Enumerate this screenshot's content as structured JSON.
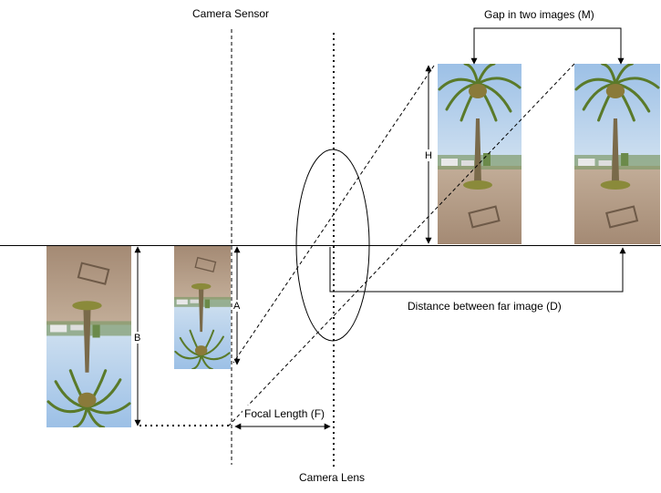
{
  "labels": {
    "camera_sensor": "Camera Sensor",
    "camera_lens": "Camera Lens",
    "gap": "Gap in two images (M)",
    "distance": "Distance between far image (D)",
    "focal_length": "Focal Length (F)",
    "h": "H",
    "a": "A",
    "b": "B"
  },
  "colors": {
    "sky": "#a9c8e8",
    "ground": "#b39a86",
    "trunk": "#7a6a4a",
    "frond": "#5f7a2f",
    "line": "#000000"
  }
}
